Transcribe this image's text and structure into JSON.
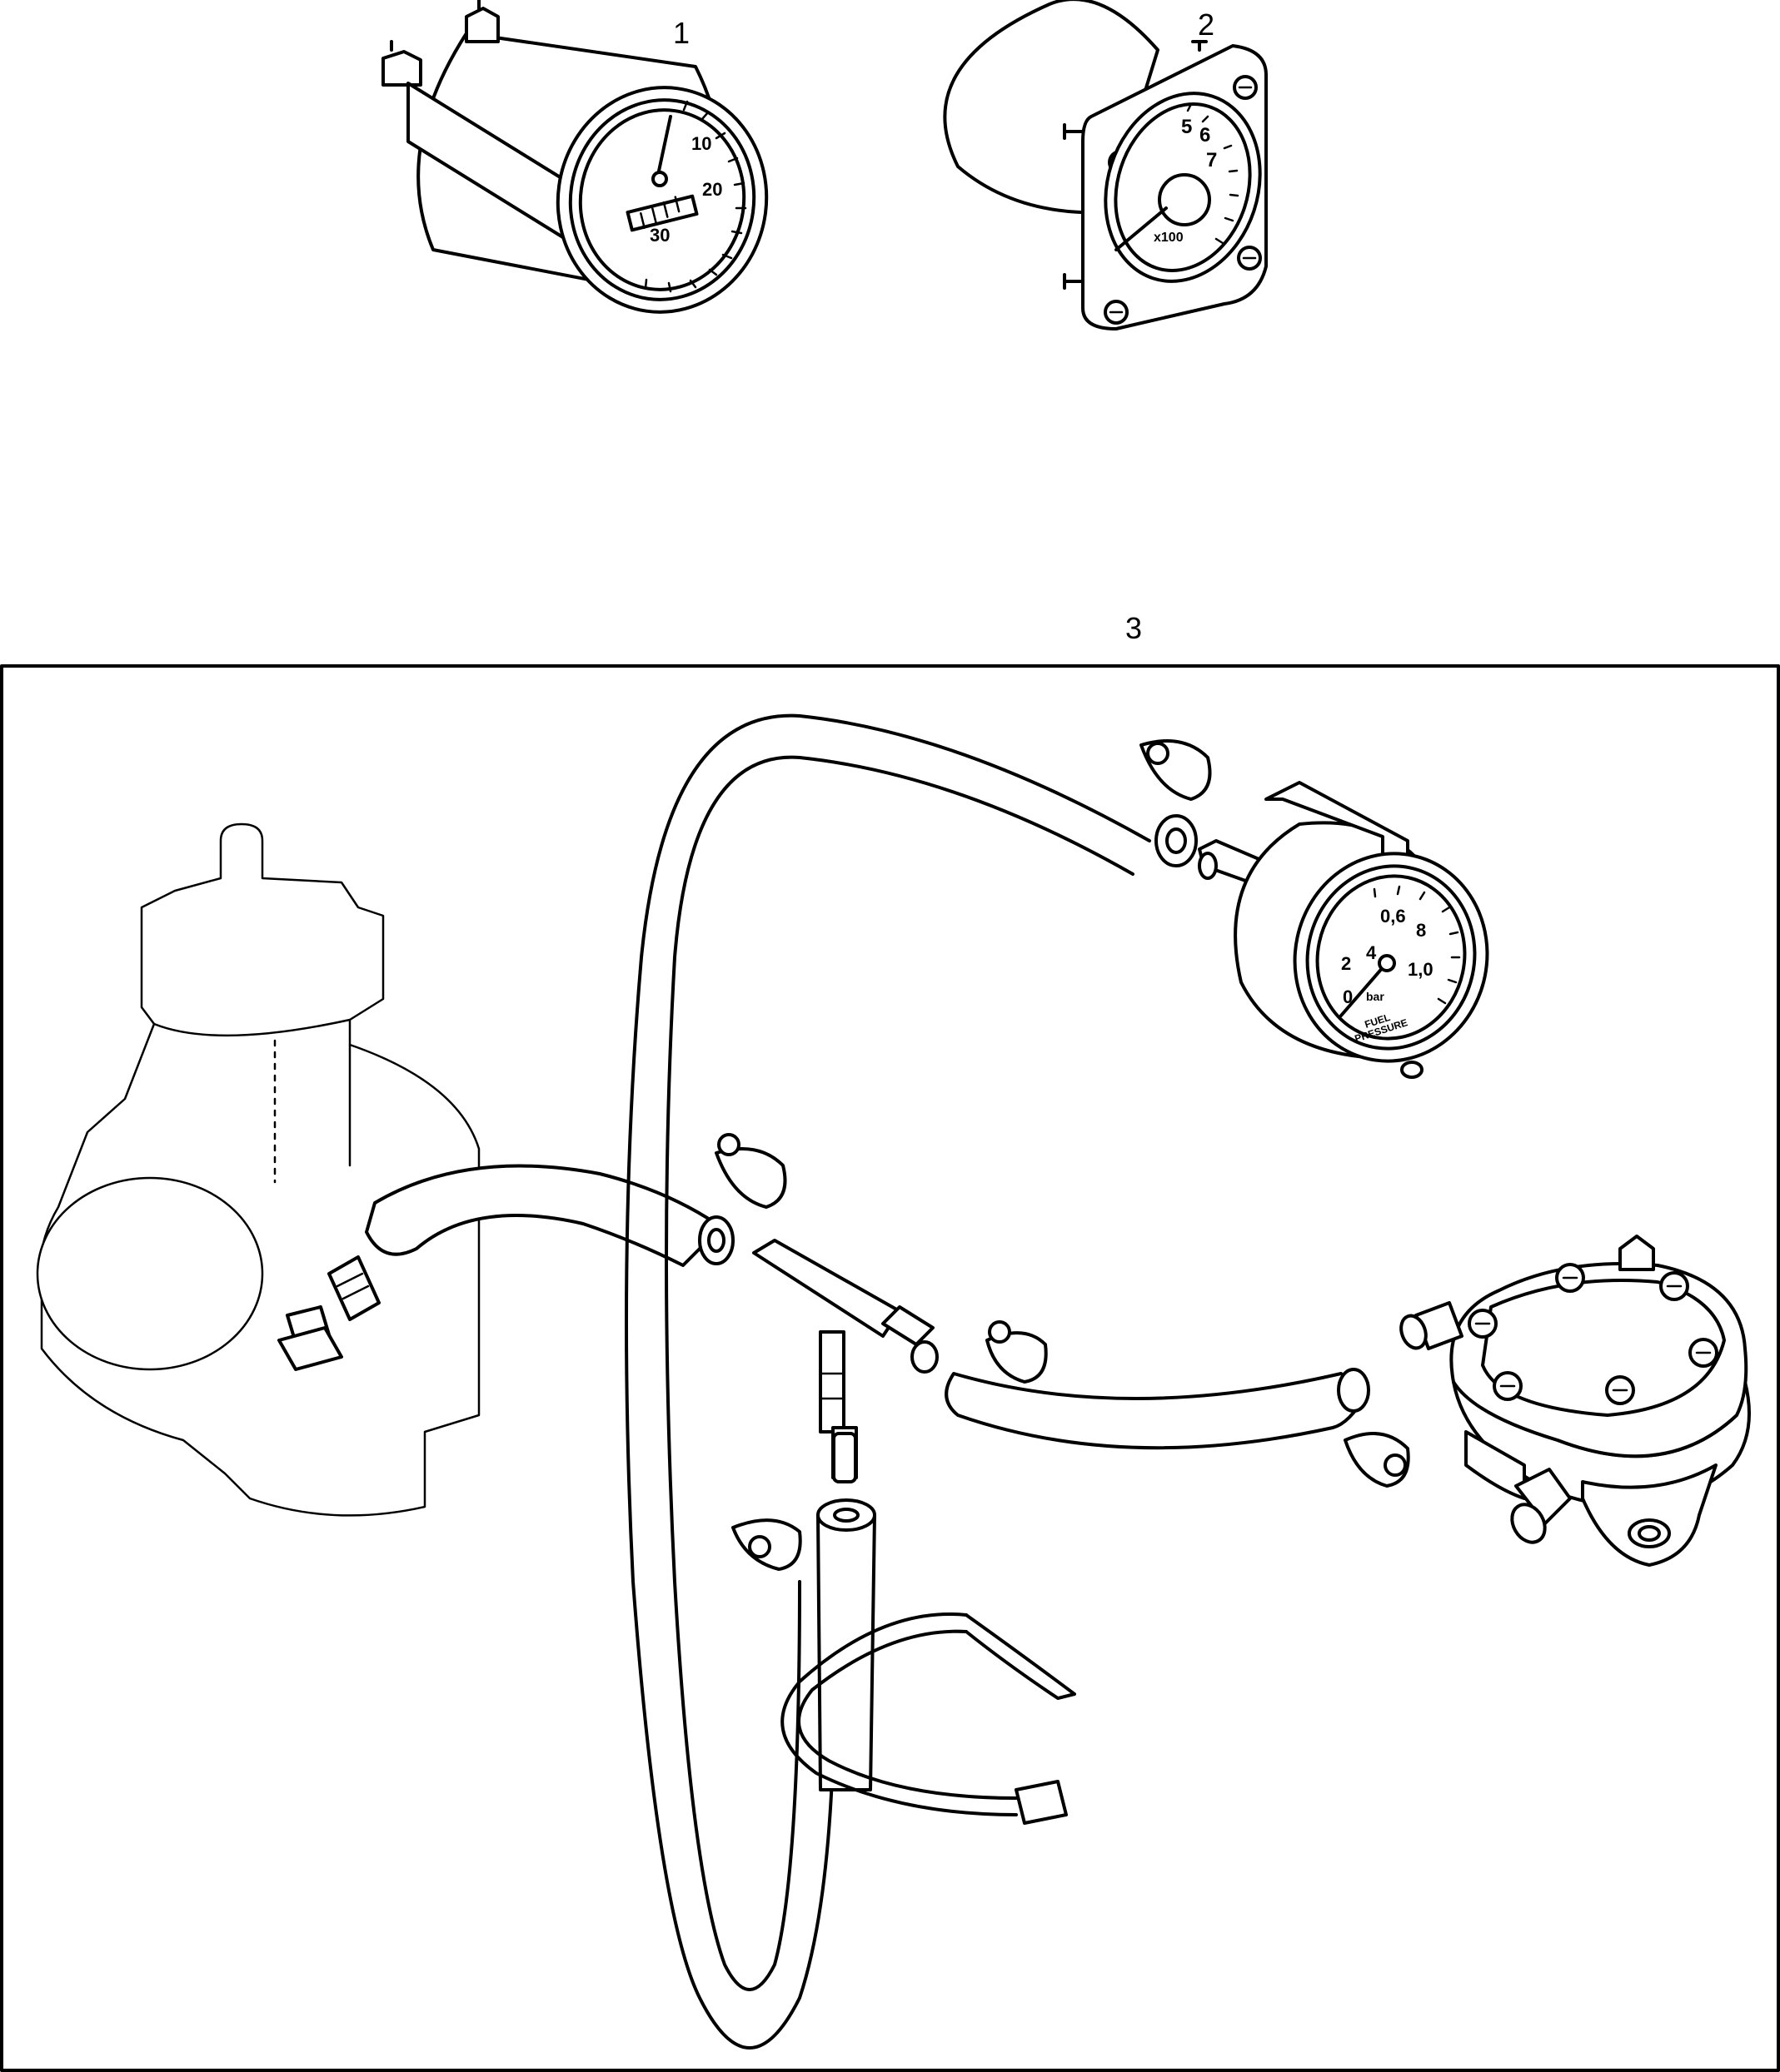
{
  "callouts": {
    "item1": "1",
    "item2": "2",
    "item3": "3"
  },
  "gauge1": {
    "scale": [
      "10",
      "20",
      "30"
    ]
  },
  "gauge2": {
    "scale": [
      "5",
      "6",
      "7"
    ],
    "multiplier": "x100"
  },
  "gauge3": {
    "scale": [
      "0",
      "2",
      "4",
      "0,6",
      "8",
      "1,0"
    ],
    "unit": "bar",
    "caption_line1": "FUEL",
    "caption_line2": "PRESSURE"
  },
  "colors": {
    "line": "#000000",
    "background": "#ffffff"
  }
}
